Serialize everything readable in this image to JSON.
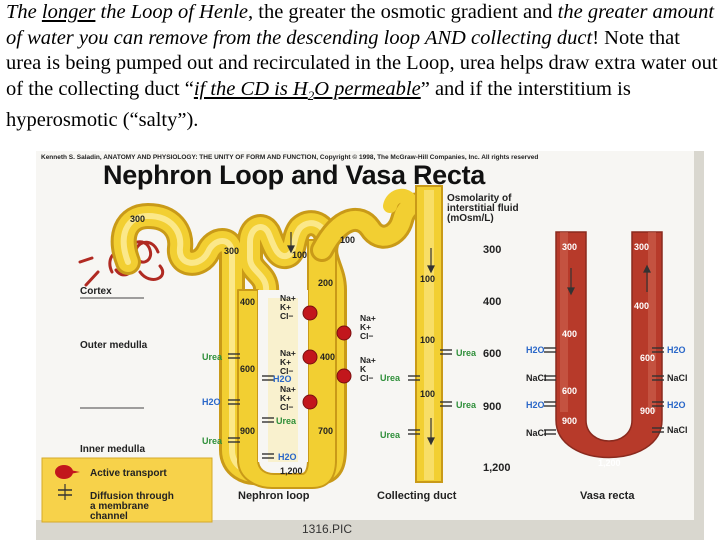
{
  "caption": {
    "seg1": "The ",
    "seg2": "longer",
    "seg3": " the Loop of Henle",
    "seg4": ", the greater the osmotic gradient and ",
    "seg5": "the greater amount of water you can remove from the descending loop AND collecting duct",
    "seg6": "!  Note that urea is being pumped out and recirculated in the Loop, urea helps draw extra water out of the collecting duct “",
    "seg7": "if the CD is H",
    "seg8": "2",
    "seg9": "O permeable",
    "seg10": "” and if the interstitium is hyperosmotic (“salty”)."
  },
  "figure": {
    "credit": "Kenneth S. Saladin, ANATOMY AND PHYSIOLOGY: THE UNITY OF FORM AND FUNCTION, Copyright © 1998, The McGraw-Hill Companies, Inc. All rights reserved",
    "title": "Nephron Loop and Vasa Recta",
    "osmolarity_header": [
      "Osmolarity of",
      "interstitial fluid",
      "(mOsm/L)"
    ],
    "osmolarity_scale": [
      "300",
      "400",
      "600",
      "900",
      "1,200"
    ],
    "regions": [
      "Cortex",
      "Outer medulla",
      "Inner medulla"
    ],
    "legend": {
      "active": "Active transport",
      "diffusion": [
        "Diffusion through",
        "a membrane",
        "channel"
      ]
    },
    "structures": {
      "nephron_loop": "Nephron loop",
      "collecting_duct": "Collecting duct",
      "vasa_recta": "Vasa recta"
    },
    "nephron_values": [
      "300",
      "300",
      "100",
      "100",
      "400",
      "200",
      "600",
      "400",
      "900",
      "700",
      "1,200"
    ],
    "duct_values": [
      "100",
      "100",
      "100"
    ],
    "vasa_values": [
      "300",
      "300",
      "400",
      "400",
      "600",
      "600",
      "900",
      "900",
      "1,200"
    ],
    "ions": {
      "na": "Na+",
      "k": "K+",
      "cl": "Cl−",
      "k_plain": "K",
      "urea": "Urea",
      "water": "H2O",
      "nacl": "NaCl"
    },
    "picnum": "1316.PIC"
  },
  "colors": {
    "loop": "#f2cf32",
    "loop_inner": "#fbe88a",
    "loop_dark": "#c99a18",
    "vasa": "#b73a2a",
    "vasa_light": "#d5705c",
    "pump": "#c2161c",
    "legend_bg": "#f7d24a",
    "water": "#2a67c8",
    "urea": "#2f8f3a"
  }
}
